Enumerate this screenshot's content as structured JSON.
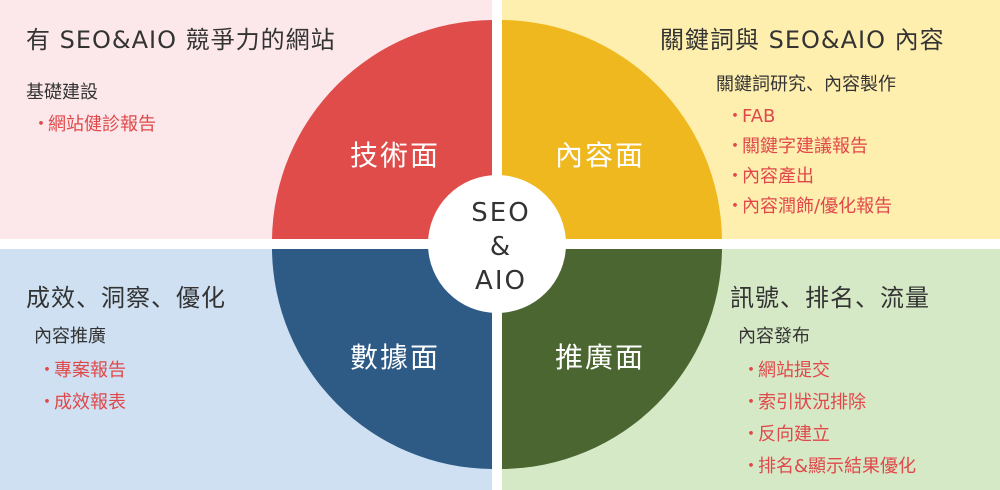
{
  "colors": {
    "tl_bg": "#fce8eb",
    "tr_bg": "#ffefaf",
    "bl_bg": "#cee0f2",
    "br_bg": "#d6e9c6",
    "tech": "#df4c4a",
    "content": "#efb81e",
    "data": "#2d5b86",
    "promo": "#4b6630",
    "item_text": "#e0484a"
  },
  "center": {
    "line1": "SEO",
    "line2": "&",
    "line3": "AIO"
  },
  "quadrants": {
    "tech": {
      "face_label": "技術面",
      "title": "有 SEO&AIO 競爭力的網站",
      "subtitle": "基礎建設",
      "items": [
        "網站健診報告"
      ]
    },
    "content": {
      "face_label": "內容面",
      "title": "關鍵詞與 SEO&AIO 內容",
      "subtitle": "關鍵詞研究、內容製作",
      "items": [
        "FAB",
        "關鍵字建議報告",
        "內容產出",
        "內容潤飾/優化報告"
      ]
    },
    "data": {
      "face_label": "數據面",
      "title": "成效、洞察、優化",
      "subtitle": "內容推廣",
      "items": [
        "專案報告",
        "成效報表"
      ]
    },
    "promo": {
      "face_label": "推廣面",
      "title": "訊號、排名、流量",
      "subtitle": "內容發布",
      "items": [
        "網站提交",
        "索引狀況排除",
        "反向建立",
        "排名&顯示結果優化"
      ]
    }
  }
}
